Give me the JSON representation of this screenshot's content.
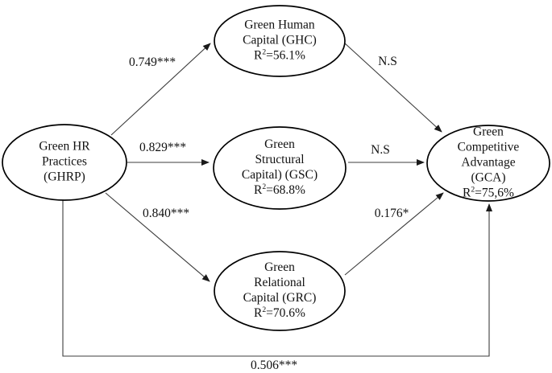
{
  "diagram": {
    "type": "sem-path-model",
    "background": "#ffffff",
    "node_stroke_color": "#000000",
    "edge_color": "#3c3c3c",
    "text_color": "#111111",
    "nodes": {
      "ghrp": {
        "lines": [
          "Green HR",
          "Practices",
          "(GHRP)"
        ]
      },
      "ghc": {
        "lines": [
          "Green Human",
          "Capital (GHC)"
        ],
        "r2": {
          "base": "R",
          "sup": "2",
          "value": "=56.1%"
        }
      },
      "gsc": {
        "lines": [
          "Green",
          "Structural",
          "Capital) (GSC)"
        ],
        "r2": {
          "base": "R",
          "sup": "2",
          "value": "=68.8%"
        }
      },
      "grc": {
        "lines": [
          "Green",
          "Relational",
          "Capital (GRC)"
        ],
        "r2": {
          "base": "R",
          "sup": "2",
          "value": "=70.6%"
        }
      },
      "gca": {
        "lines": [
          "Green",
          "Competitive",
          "Advantage",
          "(GCA)"
        ],
        "r2": {
          "base": "R",
          "sup": "2",
          "value": "=75,6%"
        }
      }
    },
    "edges": {
      "ghrp_ghc": {
        "label": "0.749***"
      },
      "ghrp_gsc": {
        "label": "0.829***"
      },
      "ghrp_grc": {
        "label": "0.840***"
      },
      "ghc_gca": {
        "label": "N.S"
      },
      "gsc_gca": {
        "label": "N.S"
      },
      "grc_gca": {
        "label": "0.176*"
      },
      "ghrp_gca": {
        "label": "0.506***"
      }
    }
  }
}
